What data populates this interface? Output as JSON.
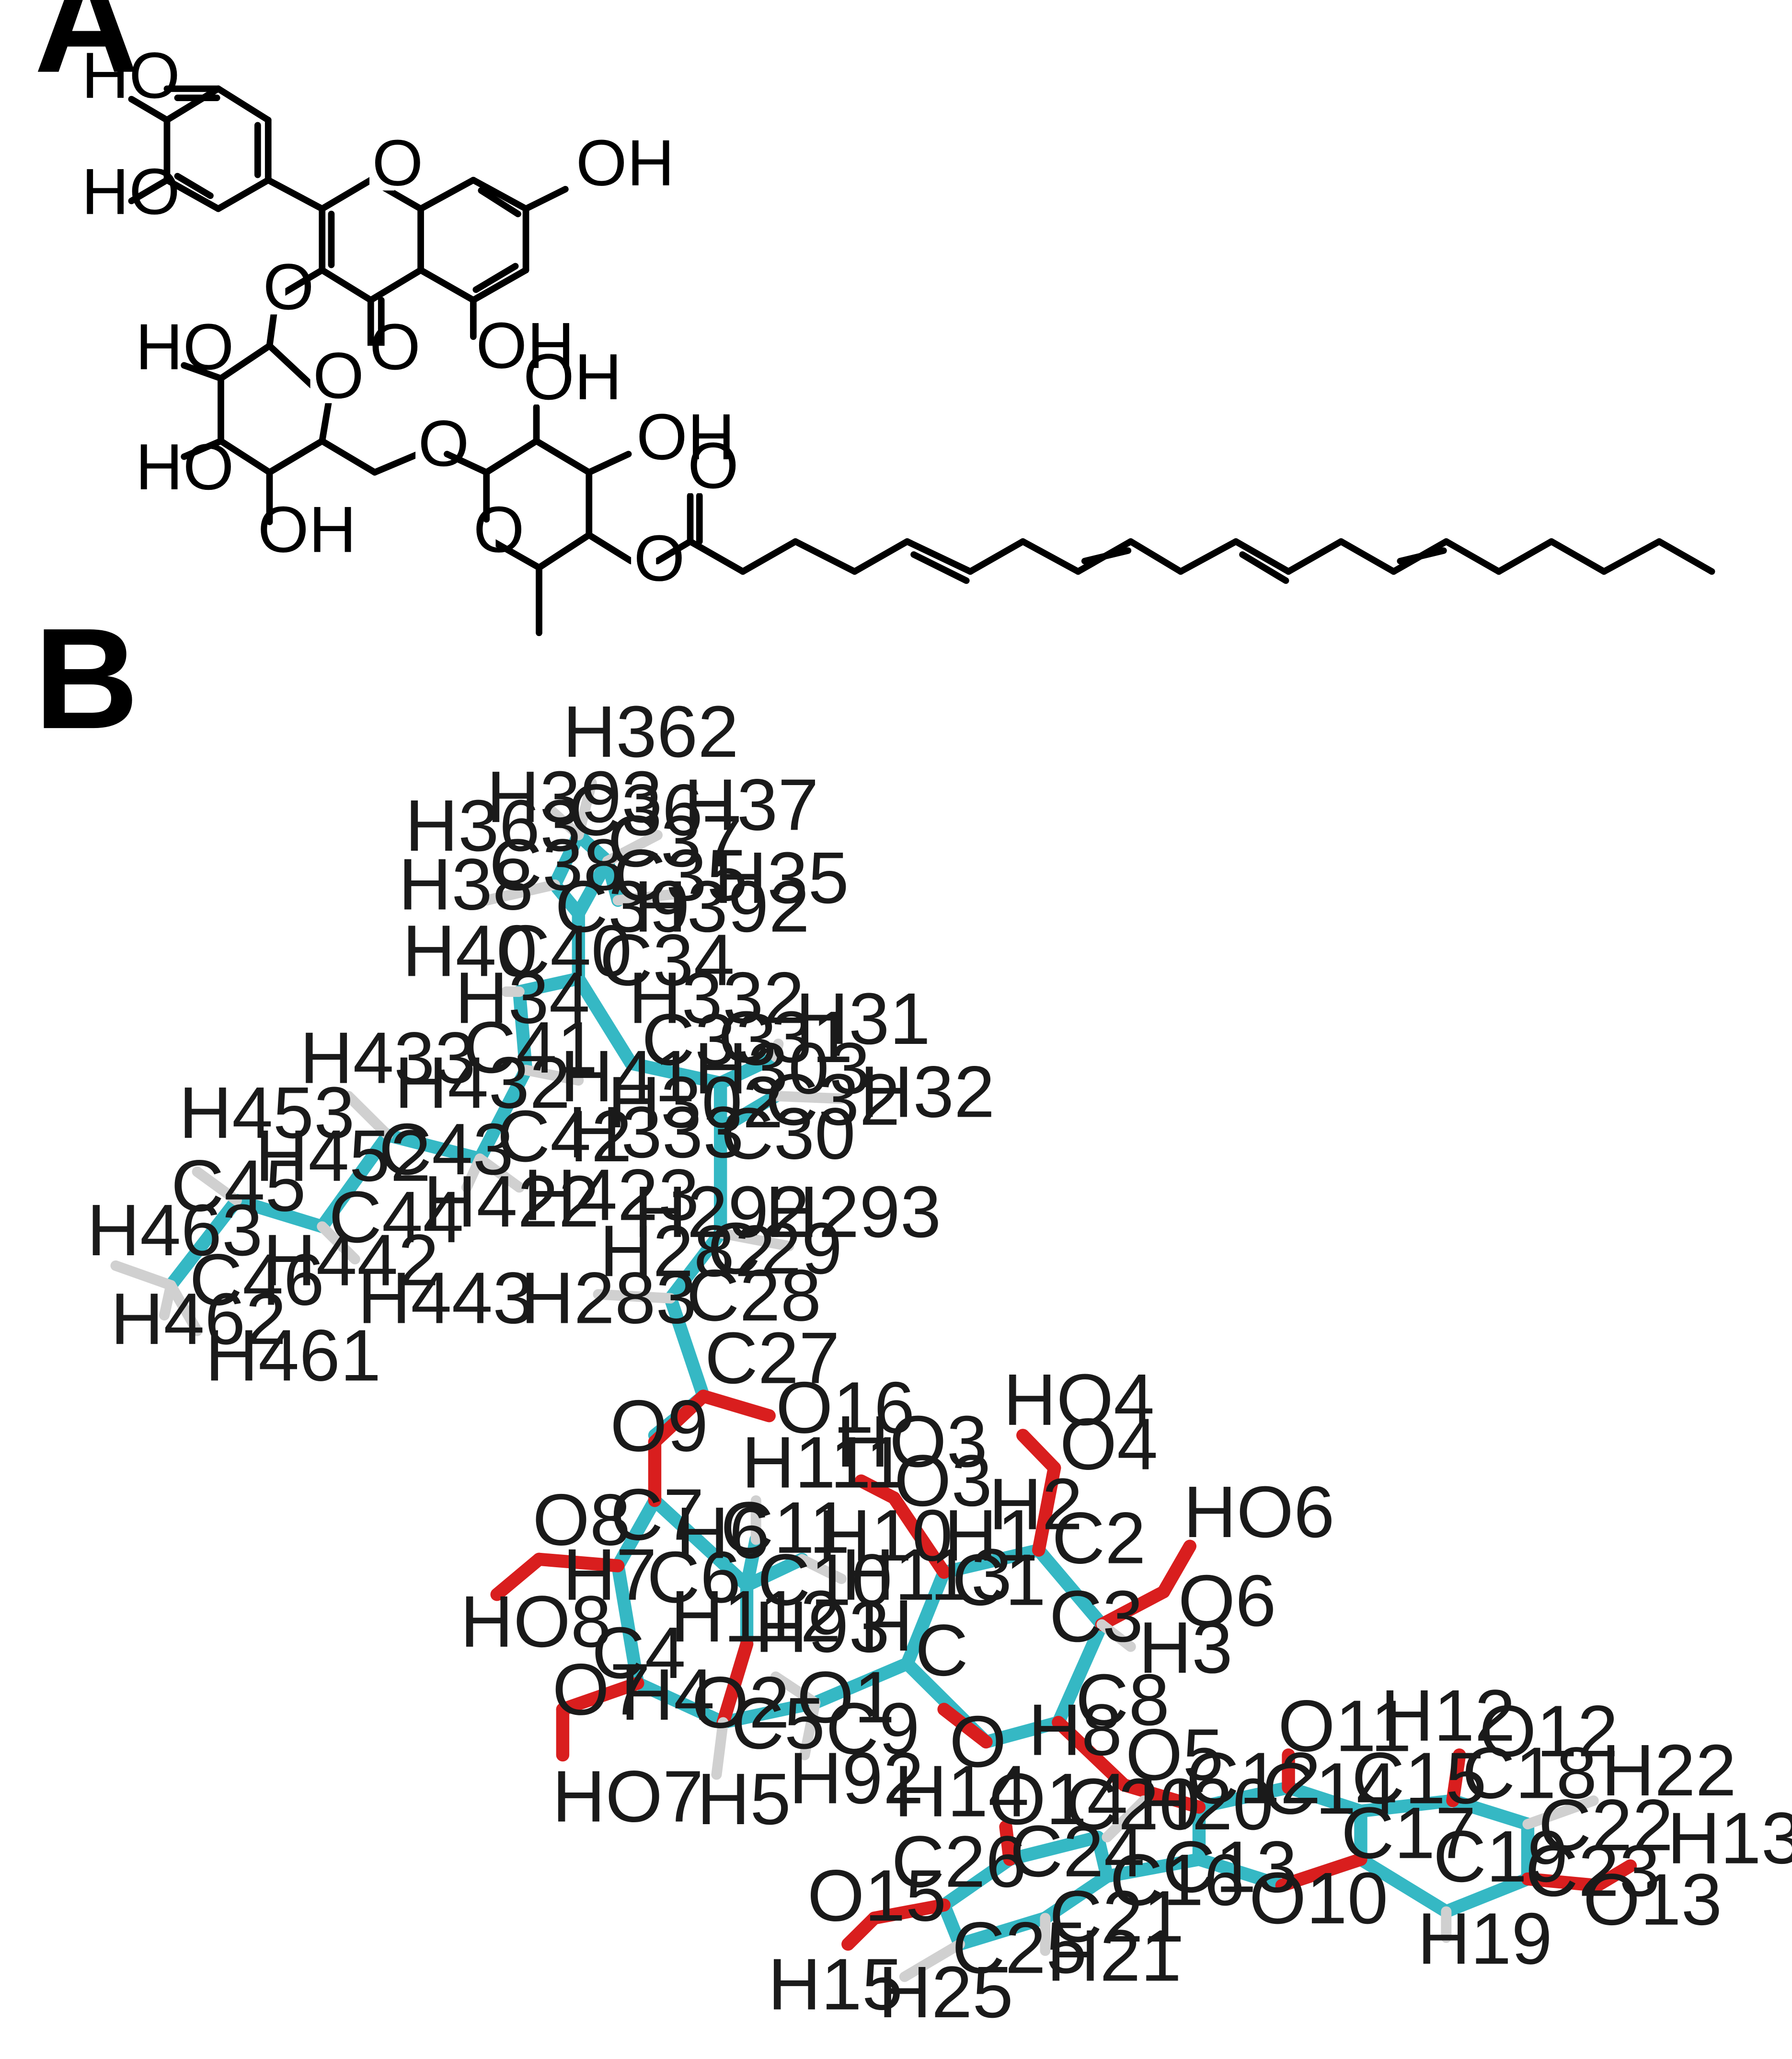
{
  "panels": {
    "a": "A",
    "b": "B"
  },
  "colors": {
    "carbon": "#35b8c4",
    "oxygen": "#d91e1e",
    "hydrogen": "#d0d0d0",
    "ink": "#000000"
  },
  "structure_2d_labels": [
    "HO",
    "HO",
    "O",
    "OH",
    "O",
    "O",
    "OH",
    "HO",
    "O",
    "HO",
    "OH",
    "O",
    "OH",
    "OH",
    "O",
    "O",
    "O"
  ],
  "structure_3d_labels": [
    "H362",
    "H393",
    "C36",
    "H37",
    "H363",
    "C37",
    "C38",
    "C35",
    "H35",
    "H38",
    "C39",
    "H392",
    "H40",
    "C40",
    "C34",
    "H34",
    "H332",
    "C41",
    "H41",
    "C33",
    "C31",
    "H31",
    "H433",
    "H432",
    "H303",
    "H302",
    "C32",
    "H32",
    "H333",
    "C30",
    "H453",
    "H452",
    "C43",
    "C42",
    "C45",
    "H422",
    "H423",
    "H292",
    "H293",
    "C44",
    "H463",
    "H282",
    "C29",
    "C46",
    "H442",
    "H443",
    "H462",
    "H283",
    "C28",
    "H461",
    "C27",
    "O16",
    "HO4",
    "O9",
    "HO3",
    "O4",
    "H111",
    "O3",
    "HO6",
    "H2",
    "C2",
    "C7",
    "C11",
    "H10",
    "O8",
    "H6",
    "H1",
    "H7",
    "C6",
    "C10",
    "H113",
    "C1",
    "HO8",
    "C3",
    "O6",
    "H112",
    "H93",
    "H",
    "C",
    "H3",
    "C4",
    "O2",
    "O1",
    "O7",
    "H4",
    "C5",
    "C9",
    "O",
    "C8",
    "H8",
    "H12",
    "O11",
    "O12",
    "O5",
    "HO7",
    "H5",
    "H92",
    "C12",
    "H22",
    "C18",
    "H14",
    "C20",
    "C14",
    "C15",
    "O14",
    "H20",
    "C17",
    "C22",
    "H13",
    "C26",
    "C24",
    "C13",
    "C16",
    "C19",
    "C23",
    "O13",
    "O15",
    "C21",
    "O10",
    "H19",
    "C25",
    "H21",
    "H15",
    "H25"
  ]
}
